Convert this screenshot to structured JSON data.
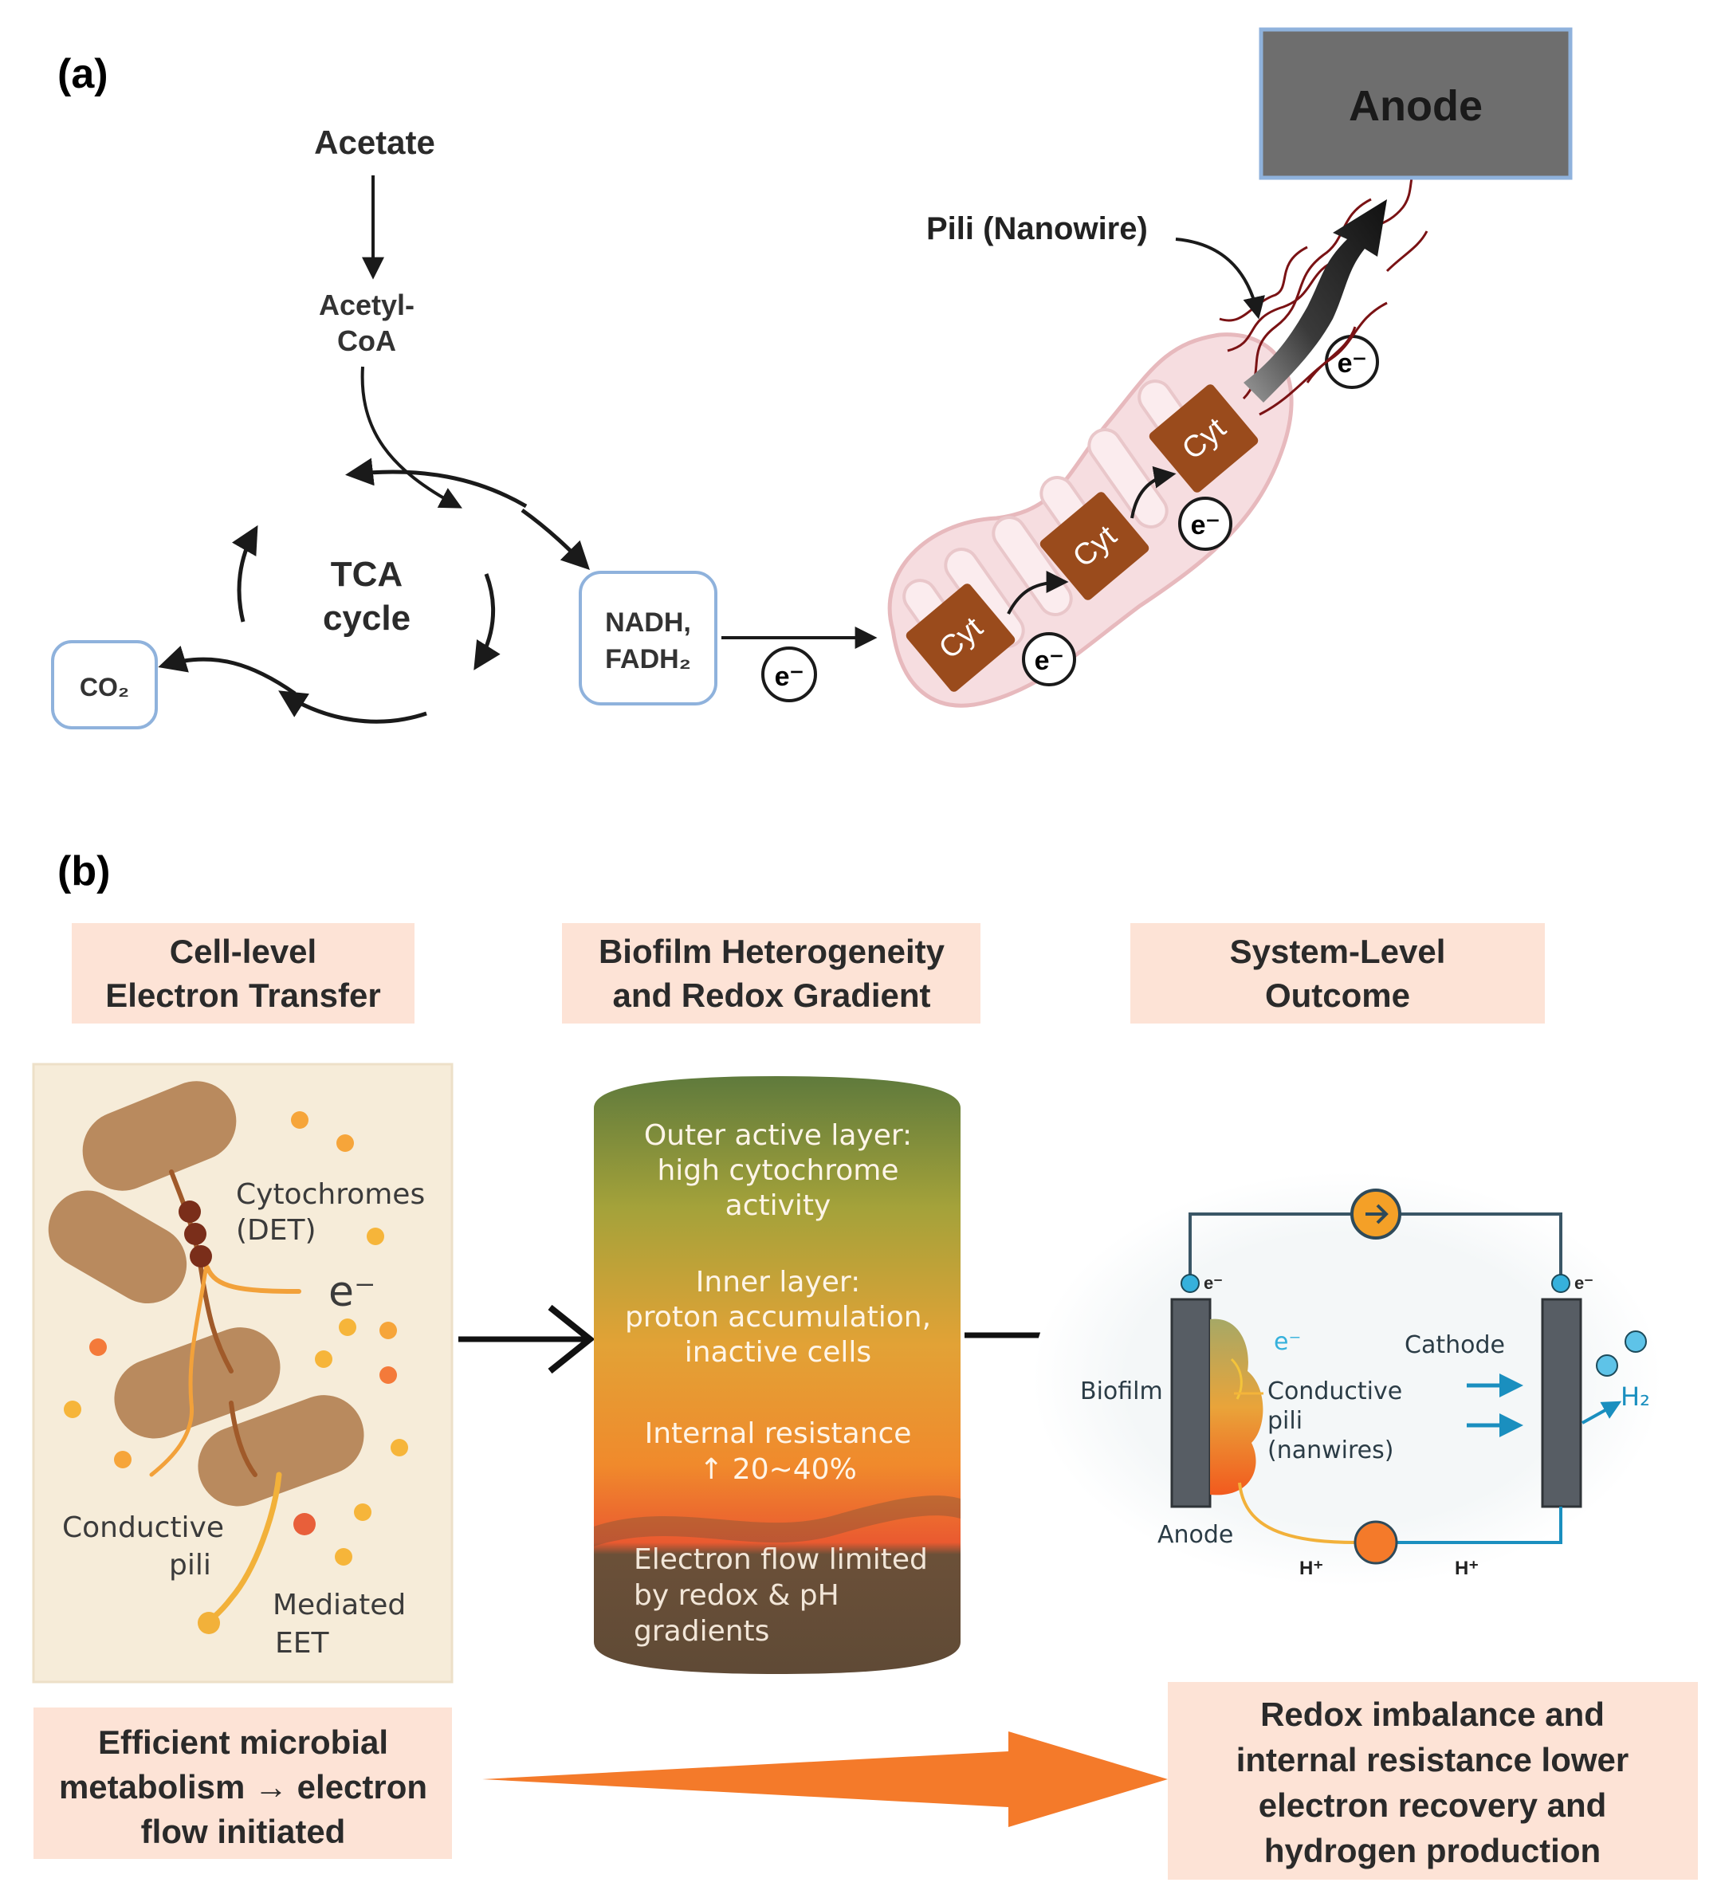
{
  "panel_a": {
    "label": "(a)",
    "acetate": "Acetate",
    "acetyl_coa_1": "Acetyl-",
    "acetyl_coa_2": "CoA",
    "tca_1": "TCA",
    "tca_2": "cycle",
    "co2": "CO₂",
    "nadh_1": "NADH,",
    "nadh_2": "FADH₂",
    "electron": "e⁻",
    "cyt": "Cyt",
    "pili": "Pili (Nanowire)",
    "anode": "Anode"
  },
  "panel_b": {
    "label": "(b)",
    "headers": {
      "col1_line1": "Cell-level",
      "col1_line2": "Electron Transfer",
      "col2_line1": "Biofilm Heterogeneity",
      "col2_line2": "and Redox Gradient",
      "col3_line1": "System-Level",
      "col3_line2": "Outcome"
    },
    "cell": {
      "cyto_1": "Cytochromes",
      "cyto_2": "(DET)",
      "electron": "e⁻",
      "pili_1": "Conductive",
      "pili_2": "pili",
      "eet_1": "Mediated",
      "eet_2": "EET"
    },
    "biofilm": {
      "outer_1": "Outer active layer:",
      "outer_2": "high cytochrome",
      "outer_3": "activity",
      "inner_1": "Inner layer:",
      "inner_2": "proton accumulation,",
      "inner_3": "inactive cells",
      "res_1": "Internal resistance",
      "res_2": "↑ 20~40%",
      "flow_1": "Electron flow limited",
      "flow_2": "by redox & pH",
      "flow_3": "gradients"
    },
    "system": {
      "e_left": "e⁻",
      "e_right": "e⁻",
      "e_biofilm": "e⁻",
      "biofilm": "Biofilm",
      "anode": "Anode",
      "cathode": "Cathode",
      "pili_1": "Conductive",
      "pili_2": "pili",
      "pili_3": "(nanwires)",
      "h2": "H₂",
      "hplus_1": "H⁺",
      "hplus_2": "H⁺"
    },
    "bottom_left_1": "Efficient microbial",
    "bottom_left_2": "metabolism → electron",
    "bottom_left_3": "flow initiated",
    "bottom_right_1": "Redox imbalance and",
    "bottom_right_2": "internal resistance lower",
    "bottom_right_3": "electron recovery and",
    "bottom_right_4": "hydrogen production"
  },
  "colors": {
    "cyt_box": "#9a4b1c",
    "mito": "#f6dde0",
    "bacterium": "#b98a5e",
    "header_bg": "#fde3d6",
    "anode_box": "#6e6e6e",
    "accent_blue": "#1a8fbf",
    "orange_arrow": "#f47a2a"
  }
}
